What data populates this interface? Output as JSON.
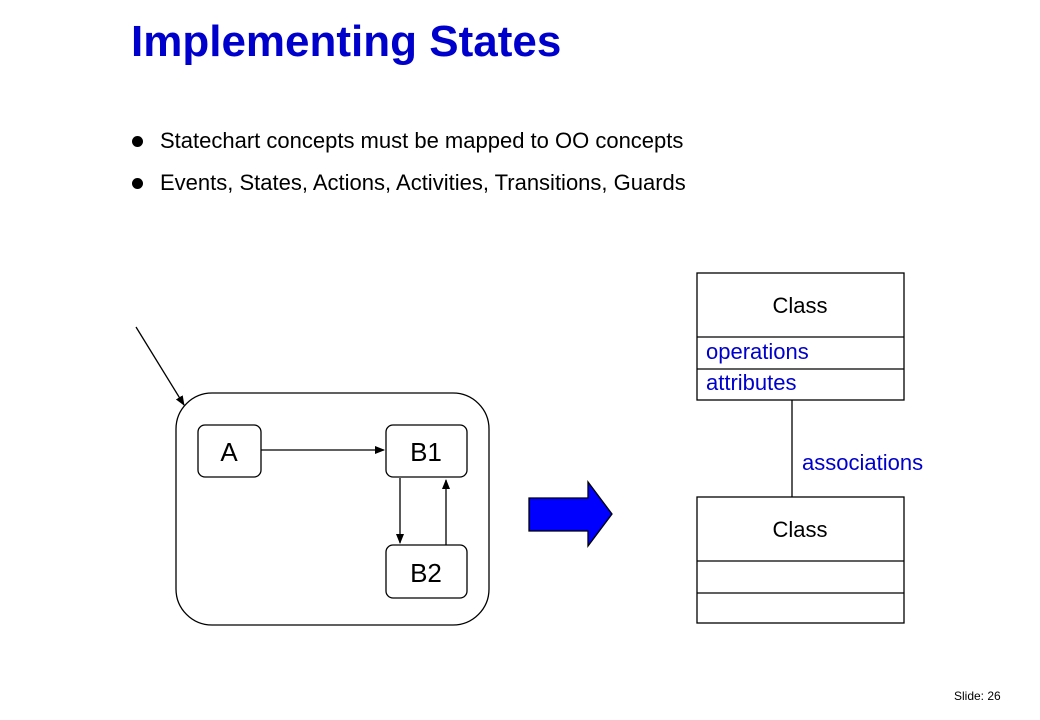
{
  "title": "Implementing States",
  "bullets": [
    "Statechart concepts must be mapped to OO concepts",
    "Events, States, Actions, Activities, Transitions, Guards"
  ],
  "statechart": {
    "states": [
      "A",
      "B1",
      "B2"
    ]
  },
  "class_diagram": {
    "class1": {
      "name": "Class",
      "operations": "operations",
      "attributes": "attributes"
    },
    "class2": {
      "name": "Class"
    },
    "association_label": "associations"
  },
  "colors": {
    "title": "#0000cc",
    "class_members": "#0000cc",
    "association_label": "#0000cc",
    "transform_arrow": "#0000ff"
  },
  "footer": {
    "slide_label": "Slide: 26"
  }
}
